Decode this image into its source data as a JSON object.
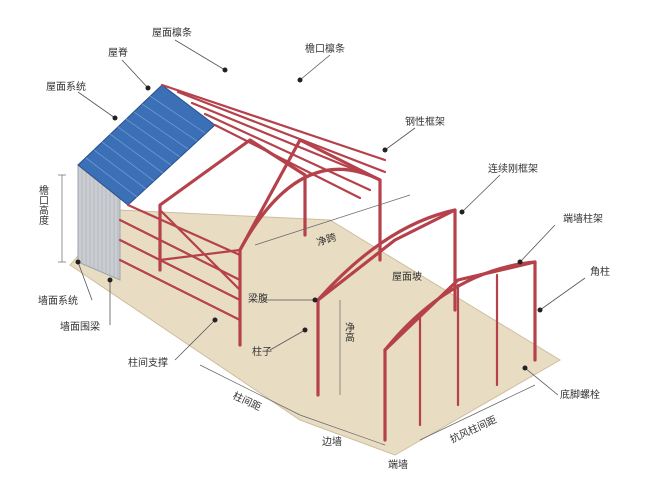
{
  "diagram": {
    "labels": {
      "roof_purlin": "屋面檩条",
      "ridge": "屋脊",
      "eave_purlin": "檐口檩条",
      "roof_system": "屋面系统",
      "rigid_frame": "钢性框架",
      "continuous_frame": "连续刚框架",
      "end_frame": "端墙柱架",
      "corner_column": "角柱",
      "eave_height": "檐口高度",
      "clear_span": "净跨",
      "roof_slope": "屋面坡",
      "beam": "梁腹",
      "clear_height": "净高",
      "column": "柱子",
      "wall_system": "墙面系统",
      "wall_girt": "墙面围梁",
      "bracing": "柱间支撑",
      "bay_spacing": "柱间距",
      "anchor_bolt": "底脚螺栓",
      "wind_column_spacing": "抗风柱间距",
      "side_wall": "边墙",
      "end_wall": "端墙"
    },
    "colors": {
      "steel": "#b5414b",
      "roof": "#3b6fb6",
      "wall": "#c9ccd1",
      "floor": "#e8dcc3"
    }
  }
}
